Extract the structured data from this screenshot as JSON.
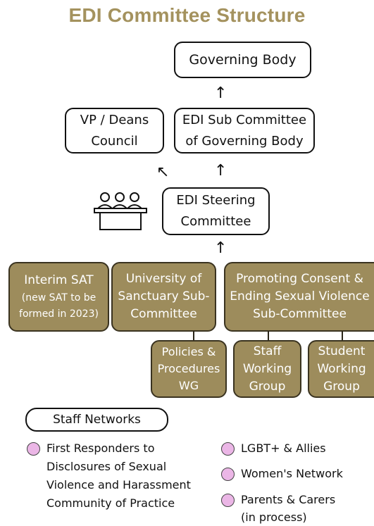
{
  "title": "EDI Committee Structure",
  "governing_body": "Governing Body",
  "vp_deans": [
    "VP / Deans",
    "Council"
  ],
  "edi_sub": [
    "EDI Sub Committee",
    "of Governing Body"
  ],
  "edi_steering": [
    "EDI Steering",
    "Committee"
  ],
  "interim_sat": [
    "Interim SAT",
    "(new SAT to be",
    "formed in 2023)"
  ],
  "sanctuary": [
    "University of",
    "Sanctuary Sub-",
    "Committee"
  ],
  "consent": [
    "Promoting Consent &",
    "Ending Sexual Violence",
    "Sub-Committee"
  ],
  "policies": [
    "Policies &",
    "Procedures",
    "WG"
  ],
  "staff_wg": [
    "Staff",
    "Working",
    "Group"
  ],
  "student_wg": [
    "Student",
    "Working",
    "Group"
  ],
  "staff_networks_label": "Staff Networks",
  "networks_left": [
    "First Responders to",
    "Disclosures of Sexual",
    "Violence and Harassment",
    "Community of Practice"
  ],
  "networks_right": [
    {
      "label": "LGBT+ & Allies"
    },
    {
      "label": "Women's Network"
    },
    {
      "label": "Parents & Carers",
      "sub": "(in process)"
    }
  ],
  "icons": {
    "meeting": "meeting-people-icon",
    "arrow": "arrow-up-icon",
    "bullet": "pink-circle-bullet"
  },
  "colors": {
    "title": "#a4925e",
    "gold_box": "#9d8c5c",
    "bullet": "#ebb6e6"
  }
}
